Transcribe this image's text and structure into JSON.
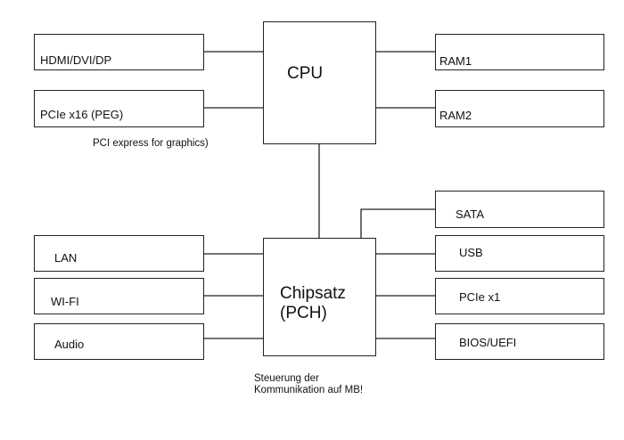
{
  "diagram": {
    "cpu": {
      "label": "CPU"
    },
    "chipset": {
      "label_line1": "Chipsatz",
      "label_line2": "(PCH)"
    },
    "cpu_left": [
      {
        "label": "HDMI/DVI/DP"
      },
      {
        "label": "PCIe x16 (PEG)"
      }
    ],
    "cpu_right": [
      {
        "label": "RAM1"
      },
      {
        "label": "RAM2"
      }
    ],
    "chipset_left": [
      {
        "label": "LAN"
      },
      {
        "label": "WI-FI"
      },
      {
        "label": "Audio"
      }
    ],
    "chipset_right": [
      {
        "label": "SATA"
      },
      {
        "label": "USB"
      },
      {
        "label": "PCIe x1"
      },
      {
        "label": "BIOS/UEFI"
      }
    ],
    "notes": {
      "peg": "PCI express for graphics)",
      "chipset_line1": "Steuerung der",
      "chipset_line2": "Kommunikation auf MB!"
    }
  }
}
